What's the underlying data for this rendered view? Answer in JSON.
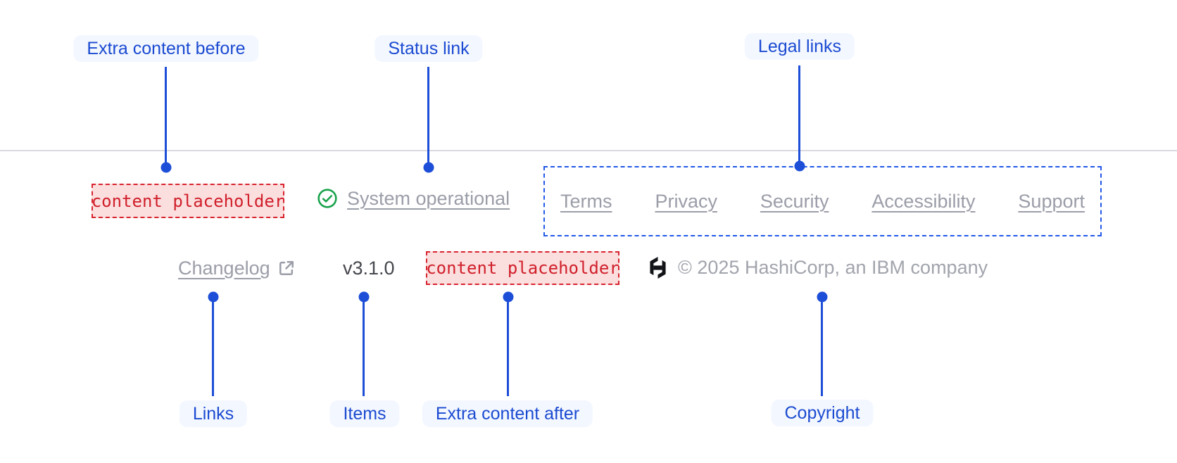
{
  "annotations": [
    {
      "label": "Extra content before"
    },
    {
      "label": "Status link"
    },
    {
      "label": "Legal links"
    },
    {
      "label": "Links"
    },
    {
      "label": "Items"
    },
    {
      "label": "Extra content after"
    },
    {
      "label": "Copyright"
    }
  ],
  "footer": {
    "extra_content_before": "content placeholder",
    "status": {
      "label": "System operational",
      "icon": "check-circle-icon"
    },
    "legal_links": [
      "Terms",
      "Privacy",
      "Security",
      "Accessibility",
      "Support"
    ],
    "links": [
      {
        "label": "Changelog",
        "icon": "external-link-icon"
      }
    ],
    "version": "v3.1.0",
    "extra_content_after": "content placeholder",
    "logo": "hashicorp-logo",
    "copyright": "© 2025 HashiCorp, an IBM company"
  },
  "colors": {
    "annotation_blue": "#1d4ed8",
    "pill_background": "#f3f7ff",
    "placeholder_border": "#d8232e",
    "placeholder_background": "#fbdede",
    "placeholder_text": "#d0202b",
    "legal_region_border": "#2158e8",
    "link_gray": "#9b9da8",
    "version_gray": "#45474d",
    "copyright_gray": "#a2a4ad",
    "status_green": "#18a24b",
    "logo_black": "#121417",
    "divider": "#dbd9e0"
  }
}
